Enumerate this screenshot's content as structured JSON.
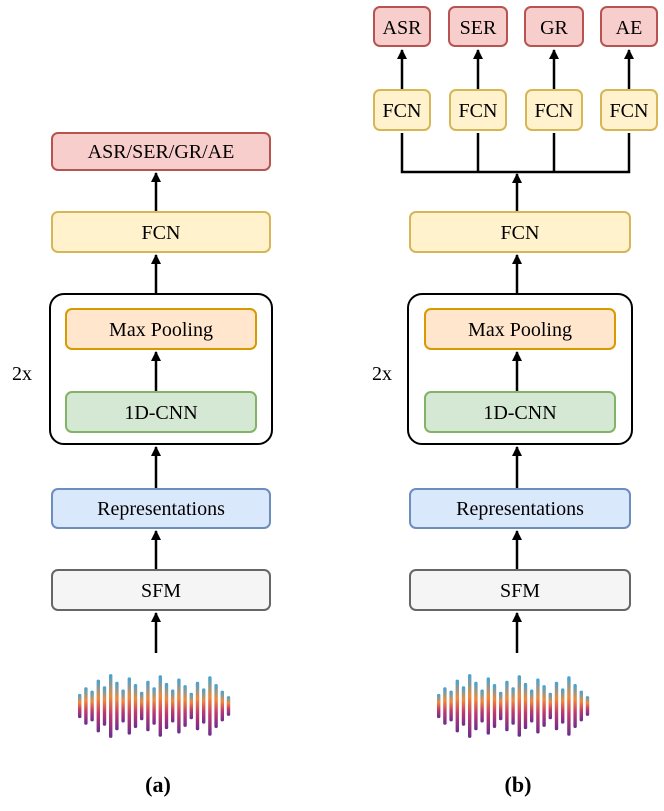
{
  "colors": {
    "red_fill": "#f8cecc",
    "red_stroke": "#b85450",
    "yellow_fill": "#fff2cc",
    "yellow_stroke": "#d6b656",
    "orange_fill": "#ffe6cc",
    "orange_stroke": "#d79b00",
    "green_fill": "#d5e8d4",
    "green_stroke": "#82b366",
    "blue_fill": "#dae8fc",
    "blue_stroke": "#6c8ebf",
    "gray_fill": "#f5f5f5",
    "gray_stroke": "#666666"
  },
  "panel_a": {
    "output": "ASR/SER/GR/AE",
    "fcn": "FCN",
    "pool": "Max Pooling",
    "cnn": "1D-CNN",
    "repeat": "2x",
    "representations": "Representations",
    "sfm": "SFM",
    "caption": "(a)"
  },
  "panel_b": {
    "heads": [
      "ASR",
      "SER",
      "GR",
      "AE"
    ],
    "head_fcn": [
      "FCN",
      "FCN",
      "FCN",
      "FCN"
    ],
    "fcn": "FCN",
    "pool": "Max Pooling",
    "cnn": "1D-CNN",
    "repeat": "2x",
    "representations": "Representations",
    "sfm": "SFM",
    "caption": "(b)"
  }
}
